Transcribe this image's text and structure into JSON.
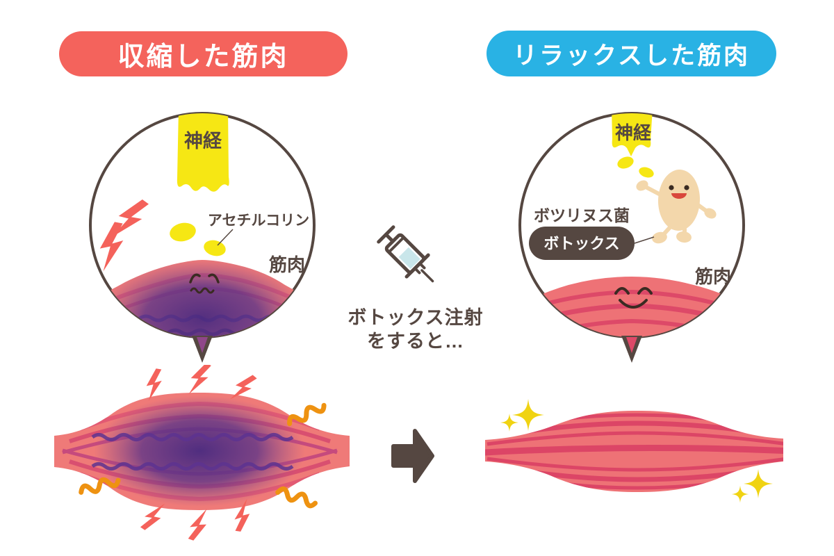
{
  "left_section": {
    "banner": "収縮した筋肉",
    "nerve_label": "神経",
    "acetylcholine_label": "アセチルコリン",
    "muscle_label": "筋肉"
  },
  "right_section": {
    "banner": "リラックスした筋肉",
    "nerve_label": "神経",
    "bacteria_label": "ボツリヌス菌",
    "botox_badge_label": "ボトックス",
    "muscle_label": "筋肉"
  },
  "center": {
    "caption_line1": "ボトックス注射",
    "caption_line2": "をすると…"
  },
  "icons": {
    "syringe": "syringe-icon",
    "arrow": "arrow-right-icon",
    "lightning": "lightning-bolt-icon",
    "squiggle": "tension-squiggle-icon",
    "sparkle": "sparkle-icon"
  },
  "colors": {
    "contracted_banner": "#f4635c",
    "relaxed_banner": "#29b2e4",
    "nerve_yellow": "#f6e714",
    "outline_brown": "#554741",
    "muscle_pink": "#ef7a78",
    "muscle_stripe": "#de4f6e",
    "tension_purple": "#4f2e85",
    "bolt_red": "#f4625b",
    "squiggle_orange": "#ee9211",
    "bacteria_cream": "#f3d7ab",
    "syringe_liquid": "#c9e6ea",
    "sparkle_yellow": "#f0d312"
  }
}
